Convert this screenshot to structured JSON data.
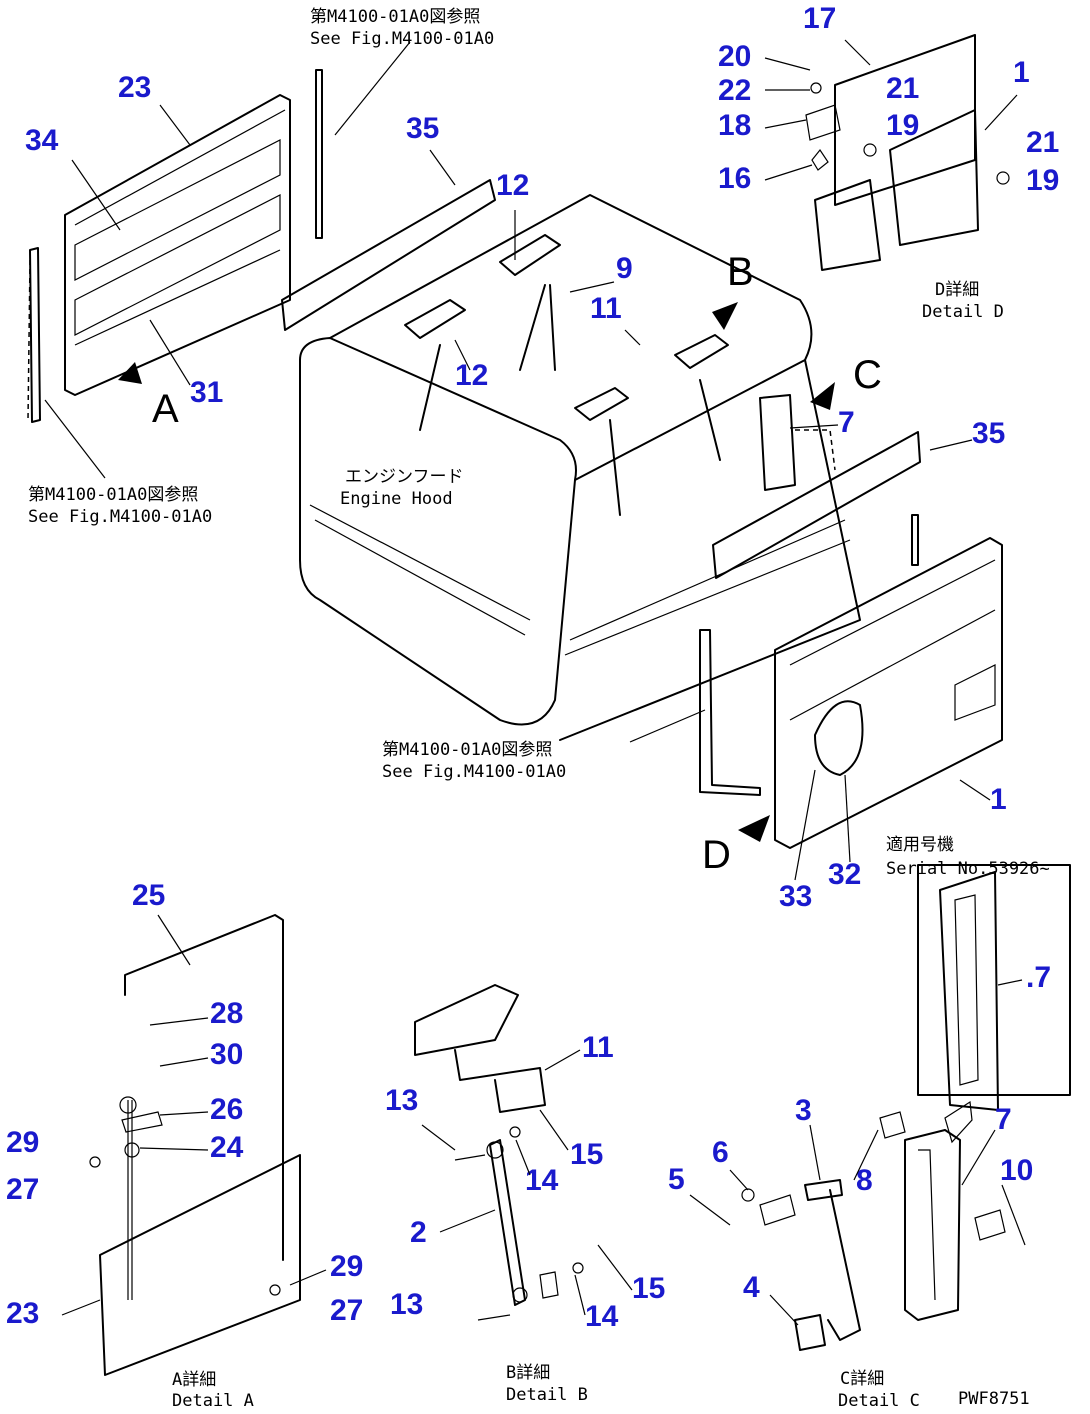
{
  "callouts": [
    {
      "id": "c17",
      "text": "17"
    },
    {
      "id": "c20",
      "text": "20"
    },
    {
      "id": "c22",
      "text": "22"
    },
    {
      "id": "c18",
      "text": "18"
    },
    {
      "id": "c16",
      "text": "16"
    },
    {
      "id": "c1a",
      "text": "1"
    },
    {
      "id": "c21a",
      "text": "21"
    },
    {
      "id": "c19a",
      "text": "19"
    },
    {
      "id": "c21b",
      "text": "21"
    },
    {
      "id": "c19b",
      "text": "19"
    },
    {
      "id": "c23a",
      "text": "23"
    },
    {
      "id": "c34",
      "text": "34"
    },
    {
      "id": "c31",
      "text": "31"
    },
    {
      "id": "c35a",
      "text": "35"
    },
    {
      "id": "c12a",
      "text": "12"
    },
    {
      "id": "c9",
      "text": "9"
    },
    {
      "id": "c11a",
      "text": "11"
    },
    {
      "id": "c12b",
      "text": "12"
    },
    {
      "id": "c7a",
      "text": "7"
    },
    {
      "id": "c35b",
      "text": "35"
    },
    {
      "id": "c1b",
      "text": "1"
    },
    {
      "id": "c32",
      "text": "32"
    },
    {
      "id": "c33",
      "text": "33"
    },
    {
      "id": "c25",
      "text": "25"
    },
    {
      "id": "c28",
      "text": "28"
    },
    {
      "id": "c30",
      "text": "30"
    },
    {
      "id": "c26",
      "text": "26"
    },
    {
      "id": "c24",
      "text": "24"
    },
    {
      "id": "c29a",
      "text": "29"
    },
    {
      "id": "c27a",
      "text": "27"
    },
    {
      "id": "c29b",
      "text": "29"
    },
    {
      "id": "c27b",
      "text": "27"
    },
    {
      "id": "c23b",
      "text": "23"
    },
    {
      "id": "c11b",
      "text": "11"
    },
    {
      "id": "c13a",
      "text": "13"
    },
    {
      "id": "c15a",
      "text": "15"
    },
    {
      "id": "c14a",
      "text": "14"
    },
    {
      "id": "c2",
      "text": "2"
    },
    {
      "id": "c13b",
      "text": "13"
    },
    {
      "id": "c14b",
      "text": "14"
    },
    {
      "id": "c15b",
      "text": "15"
    },
    {
      "id": "c3",
      "text": "3"
    },
    {
      "id": "c6",
      "text": "6"
    },
    {
      "id": "c5",
      "text": "5"
    },
    {
      "id": "c8",
      "text": "8"
    },
    {
      "id": "c7b",
      "text": "7"
    },
    {
      "id": "c10",
      "text": "10"
    },
    {
      "id": "c4",
      "text": "4"
    },
    {
      "id": "c7c",
      "text": ".7"
    }
  ],
  "notes": {
    "ref_top_jp": "第M4100-01A0図参照",
    "ref_top_en": "See Fig.M4100-01A0",
    "ref_left_jp": "第M4100-01A0図参照",
    "ref_left_en": "See Fig.M4100-01A0",
    "ref_mid_jp": "第M4100-01A0図参照",
    "ref_mid_en": "See Fig.M4100-01A0",
    "hood_jp": "エンジンフード",
    "hood_en": "Engine Hood",
    "detail_d_jp": "D詳細",
    "detail_d_en": "Detail D",
    "detail_a_jp": "A詳細",
    "detail_a_en": "Detail A",
    "detail_b_jp": "B詳細",
    "detail_b_en": "Detail B",
    "detail_c_jp": "C詳細",
    "detail_c_en": "Detail C",
    "serial_jp": "適用号機",
    "serial_en": "Serial No.53926~",
    "drawing_no": "PWF8751"
  },
  "view_letters": {
    "a": "A",
    "b": "B",
    "c": "C",
    "d": "D"
  }
}
